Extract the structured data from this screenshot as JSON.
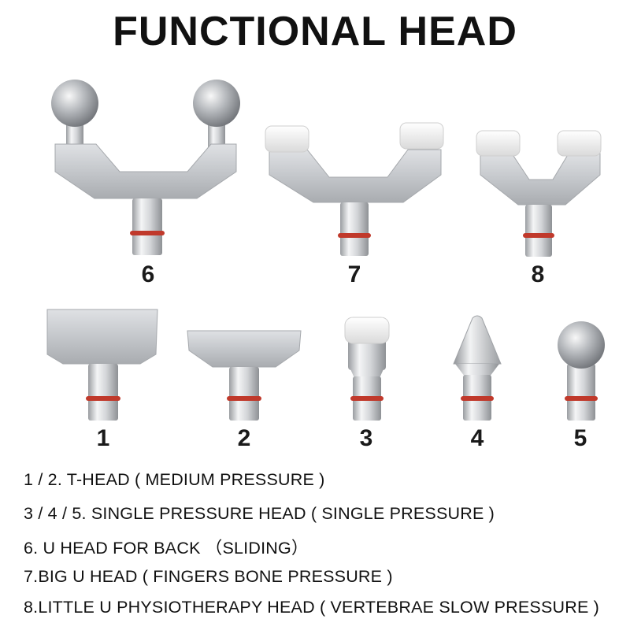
{
  "title": "FUNCTIONAL HEAD",
  "heads": [
    {
      "number": "6",
      "name": "u-head-steel-balls"
    },
    {
      "number": "7",
      "name": "big-u-head-soft-tips"
    },
    {
      "number": "8",
      "name": "little-u-head-soft-tips"
    },
    {
      "number": "1",
      "name": "t-head-wide"
    },
    {
      "number": "2",
      "name": "t-head-narrow"
    },
    {
      "number": "3",
      "name": "single-head-soft-cap"
    },
    {
      "number": "4",
      "name": "single-head-cone"
    },
    {
      "number": "5",
      "name": "single-head-ball"
    }
  ],
  "descriptions": [
    "1 / 2. T-HEAD ( MEDIUM PRESSURE )",
    "3 / 4 / 5. SINGLE PRESSURE HEAD ( SINGLE PRESSURE )",
    "6. U HEAD FOR BACK  （SLIDING）",
    "7.BIG U HEAD ( FINGERS BONE PRESSURE )",
    "8.LITTLE U PHYSIOTHERAPY HEAD ( VERTEBRAE SLOW PRESSURE )"
  ],
  "colors": {
    "metal": "#c9ccd0",
    "o_ring": "#c0392b",
    "soft_tip": "#f1f1f1"
  }
}
